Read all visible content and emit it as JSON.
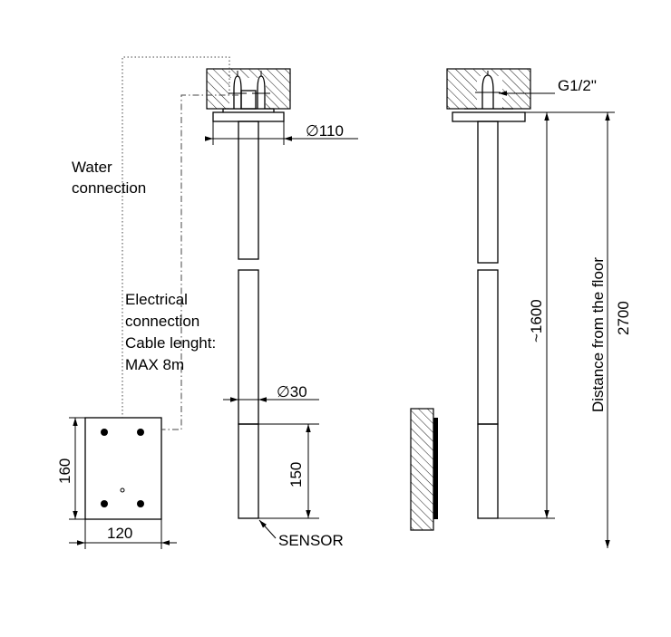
{
  "labels": {
    "water_connection_line1": "Water",
    "water_connection_line2": "connection",
    "electrical_line1": "Electrical",
    "electrical_line2": "connection",
    "electrical_line3": "Cable lenght:",
    "electrical_line4": "MAX 8m",
    "sensor": "SENSOR",
    "thread": "G1/2\"",
    "distance_from_floor": "Distance from the floor"
  },
  "dimensions": {
    "ceiling_plate_diameter": "∅110",
    "pipe_diameter": "∅30",
    "sensor_section_length": "150",
    "box_height": "160",
    "box_width": "120",
    "pipe_length": "~1600",
    "floor_distance": "2700"
  },
  "colors": {
    "line": "#000000",
    "hatch": "#000000",
    "connector": "#444444"
  }
}
